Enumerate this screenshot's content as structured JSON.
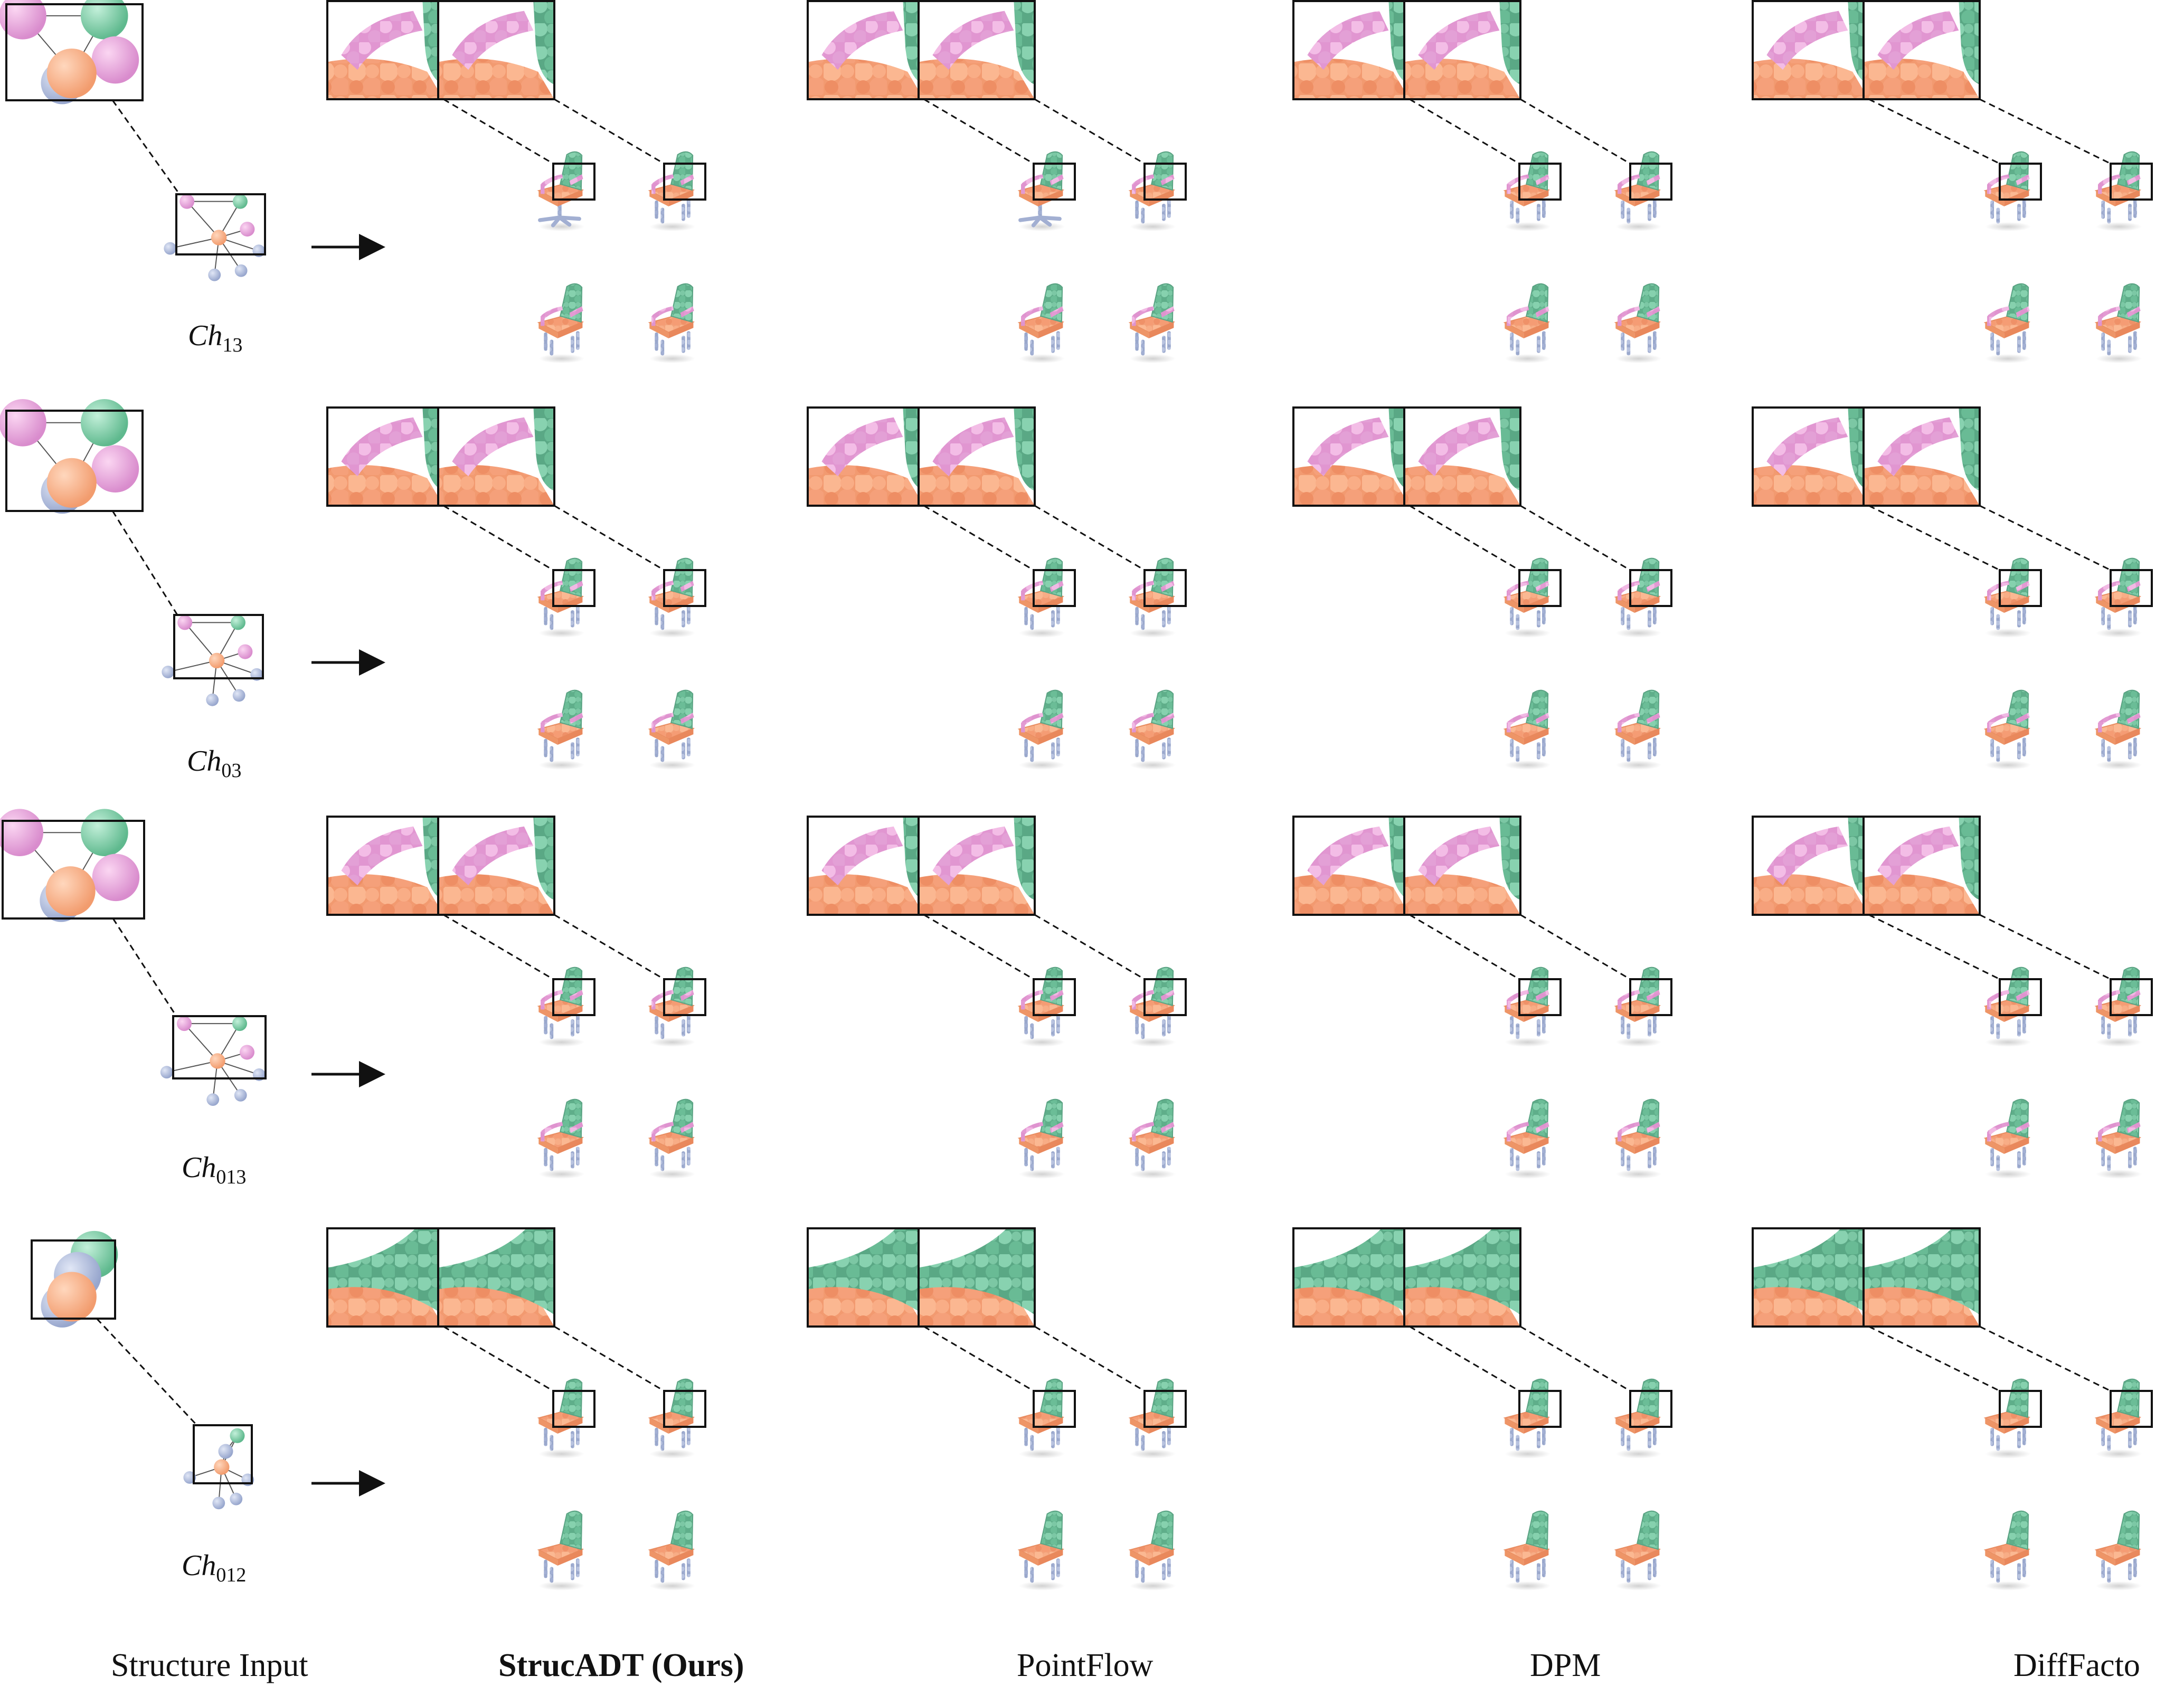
{
  "figure": {
    "column_labels": [
      {
        "text": "Structure Input",
        "bold": false
      },
      {
        "text": "StrucADT (Ours)",
        "bold": true
      },
      {
        "text": "PointFlow",
        "bold": false
      },
      {
        "text": "DPM",
        "bold": false
      },
      {
        "text": "DiffFacto",
        "bold": false
      }
    ],
    "rows": [
      {
        "ch_main": "Ch",
        "ch_sub": "13",
        "variant": "swivel-armchair",
        "nodes": "pgrob"
      },
      {
        "ch_main": "Ch",
        "ch_sub": "03",
        "variant": "armchair",
        "nodes": "pgp"
      },
      {
        "ch_main": "Ch",
        "ch_sub": "013",
        "variant": "armchair",
        "nodes": "pgp"
      },
      {
        "ch_main": "Ch",
        "ch_sub": "012",
        "variant": "plain",
        "nodes": "g"
      }
    ],
    "colors": {
      "seat": "#f6a57c",
      "back": "#74c7a0",
      "arm": "#e7a2d8",
      "leg": "#aab6d6",
      "outline": "#111111"
    }
  }
}
